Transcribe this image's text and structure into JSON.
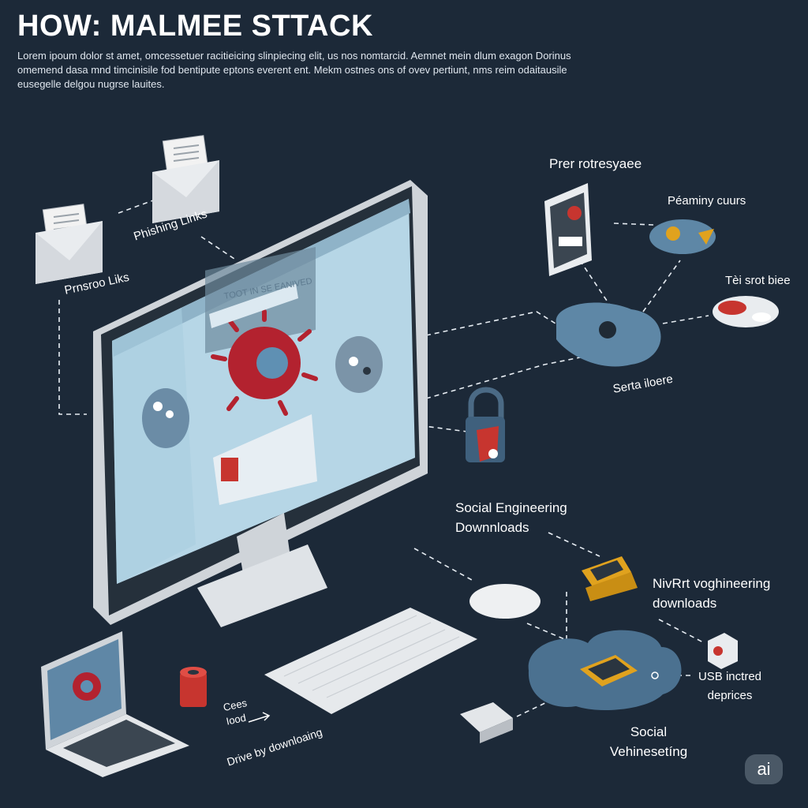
{
  "header": {
    "title": "HOW: MALMEE STTACK",
    "intro": "Lorem ipoum dolor st amet, omcessetuer racitieicing slinpiecing elit, us nos nomtarcid. Aemnet mein dlum exagon Dorinus omemend dasa mnd timcinisile fod bentipute eptons everent ent. Mekm ostnes ons of ovev pertiunt, nms reim odaitausile eusegelle delgou nugrse lauites."
  },
  "labels": {
    "phishing_links": "Phishing Links",
    "phishing_links_2": "Prnsroo Liks",
    "prer_rotresyaee": "Prer rotresyaee",
    "peaminy_cuurs": "Péaminy cuurs",
    "tei_srot_biee": "Tèi srot biee",
    "serta_iloere": "Serta iloere",
    "social_engineering_downloads": "Social Engineering Downnloads",
    "nivrt_voghineering_downloads": "NivRrt voghineering downloads",
    "usb_inctred_deprices": "USB inctred deprices",
    "social_vehinesetting": "Social Vehinesetíng",
    "cees_iood": "Cees Iood",
    "drive_by_downloading": "Drive by downloaing",
    "screen_banner": "TOOT IN SE EANIVED"
  },
  "badge": "ai"
}
